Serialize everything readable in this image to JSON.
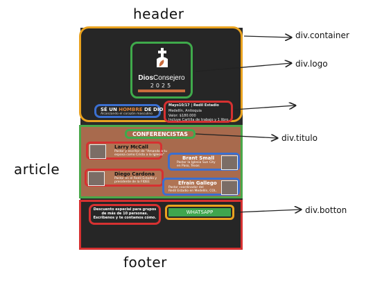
{
  "labels": {
    "header": "header",
    "article": "article",
    "footer": "footer",
    "container": "div.container",
    "logo": "div.logo",
    "titulo": "div.titulo",
    "botton": "div.botton"
  },
  "poster": {
    "logo": {
      "title_bold": "Dios",
      "title_light": "Consejero",
      "year": "2025"
    },
    "slogan": {
      "prefix": "SÉ UN",
      "emphasis": "HOMBRE",
      "suffix": "DE DIOS",
      "subtitle": "Alcanzando el corazón masculino"
    },
    "event": {
      "line1": "Mayo10/17 | Redil Estadio",
      "line2": "Medellín, Antioquia",
      "line3": "Valor: $180.000",
      "line4": "Incluye Cartilla de trabajo y 1 libro."
    },
    "section_title": "CONFERENCISTAS",
    "speakers": [
      {
        "name": "Larry McCall",
        "desc1": "Pastor y escritor de \"Amando a tu",
        "desc2": "esposa como Cristo a la Iglesia\""
      },
      {
        "name": "Brant Small",
        "desc1": "Pastor la Iglesia Sun City",
        "desc2": "en Paso, Texas"
      },
      {
        "name": "Diego Cardona",
        "desc1": "Pastor en el Redil Estadio y",
        "desc2": "presidente de la FIDEE"
      },
      {
        "name": "Efrain Gallego",
        "desc1": "Pastor coordinador del",
        "desc2": "Redil Estadio en Medellín, COL."
      }
    ],
    "discount": {
      "line1": "Descuento especial para grupos",
      "line2": "de más de 10 personas.",
      "line3": "Escríbenos y te contamos cómo."
    },
    "button_label": "WHATSAPP"
  }
}
